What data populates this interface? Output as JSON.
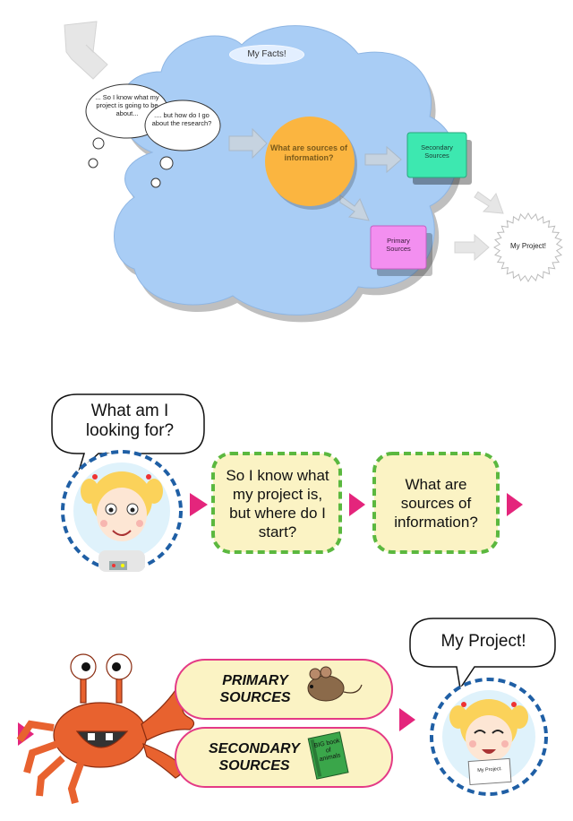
{
  "top_diagram": {
    "cloud_title": "My Facts!",
    "thought_1": "... So I know what my project is going to be about...",
    "thought_2": ".... but how do I go about the research?",
    "center_node": "What are sources of information?",
    "secondary_node": "Secondary Sources",
    "primary_node": "Primary Sources",
    "project_node": "My Project!",
    "colors": {
      "cloud": "#a9cdf5",
      "center": "#fbb540",
      "secondary": "#3de8b0",
      "primary": "#f38ff0",
      "arrow": "#c6d3e0"
    }
  },
  "middle_flow": {
    "speech_bubble": "What am I looking for?",
    "box_1": "So I know what my project is, but where do I start?",
    "box_2": "What are sources of information?",
    "colors": {
      "dashed_circle": "#1f5fa5",
      "dashed_box": "#5bb83f",
      "box_fill": "#fbf3c4",
      "arrow": "#e4257c"
    }
  },
  "bottom_flow": {
    "primary_pill": "PRIMARY SOURCES",
    "secondary_pill": "SECONDARY SOURCES",
    "book_text": "BIG book of animals",
    "speech_bubble": "My Project!",
    "paper_text": "My Project.",
    "colors": {
      "pill_border": "#e43a86",
      "pill_fill": "#fbf3c4",
      "crab": "#e8622f",
      "book": "#3aa64a"
    }
  }
}
